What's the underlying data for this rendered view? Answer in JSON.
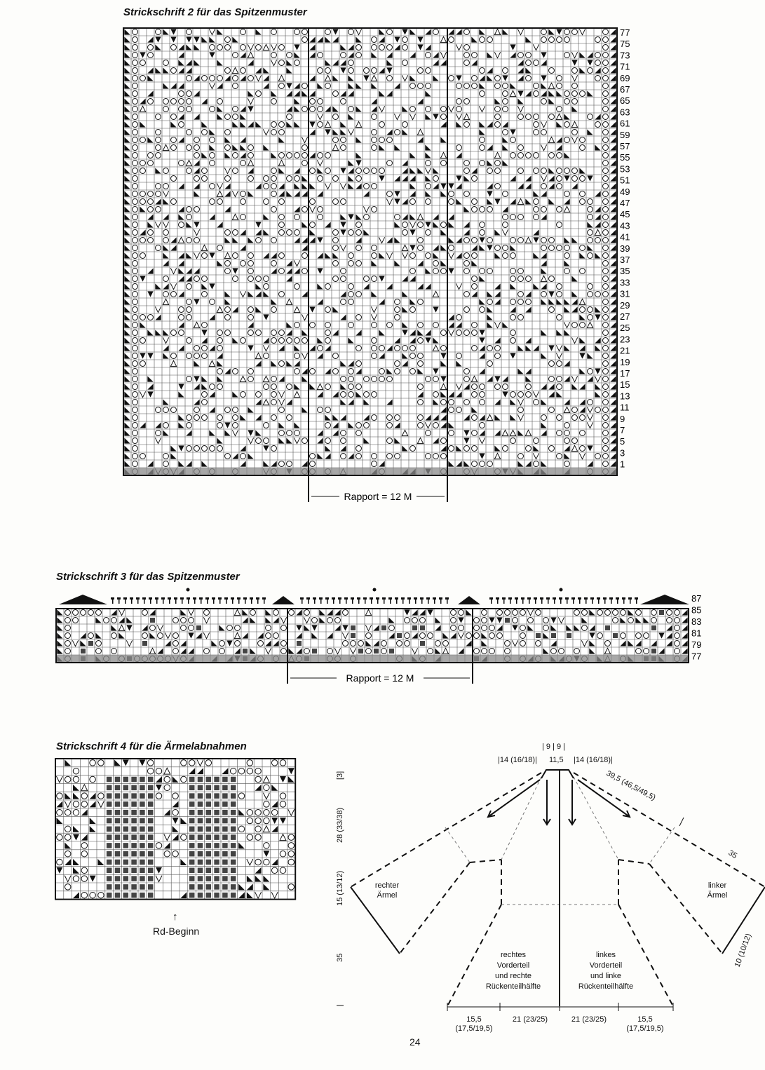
{
  "page_number": "24",
  "chart2": {
    "title": "Strickschrift 2 für das Spitzenmuster",
    "rapport_label": "Rapport = 12 M",
    "row_numbers": [
      "77",
      "75",
      "73",
      "71",
      "69",
      "67",
      "65",
      "63",
      "61",
      "59",
      "57",
      "55",
      "53",
      "51",
      "49",
      "47",
      "45",
      "43",
      "41",
      "39",
      "37",
      "35",
      "33",
      "31",
      "29",
      "27",
      "25",
      "23",
      "21",
      "19",
      "17",
      "15",
      "13",
      "11",
      "9",
      "7",
      "5",
      "3",
      "1"
    ]
  },
  "chart3": {
    "title": "Strickschrift 3 für das Spitzenmuster",
    "rapport_label": "Rapport = 12 M",
    "row_numbers": [
      "87",
      "85",
      "83",
      "81",
      "79",
      "77"
    ]
  },
  "chart4": {
    "title": "Strickschrift 4 für die Ärmelabnahmen",
    "start_label": "Rd-Beginn",
    "arrow_glyph": "↑"
  },
  "schema": {
    "top_pair": "| 9 | 9 |",
    "top_left": "|14 (16/18)|",
    "top_center": "11,5",
    "top_right": "|14 (16/18)|",
    "right_diag": "39,5 (46,5/49,5)",
    "right_35": "35",
    "left_sleeve": [
      "rechter",
      "Ärmel"
    ],
    "right_sleeve": [
      "linker",
      "Ärmel"
    ],
    "right_front": [
      "rechtes",
      "Vorderteil",
      "und rechte",
      "Rückenteilhälfte"
    ],
    "left_front": [
      "linkes",
      "Vorderteil",
      "und linke",
      "Rückenteilhälfte"
    ],
    "vert_3": "[3]",
    "vert_28": "28 (33/38)",
    "vert_15": "15 (13/12)",
    "vert_35": "35",
    "sleeve_bottom": "10 (10/12)",
    "bottom_1": "15,5",
    "bottom_1b": "(17,5/19,5)",
    "bottom_2": "21 (23/25)",
    "bottom_3": "21 (23/25)",
    "bottom_4": "15,5",
    "bottom_4b": "(17,5/19,5)"
  }
}
